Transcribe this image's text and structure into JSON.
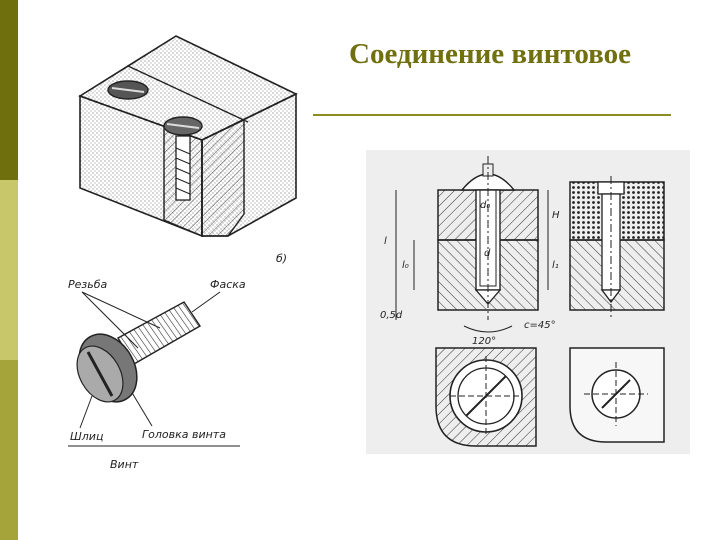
{
  "slide": {
    "title": "Соединение винтовое",
    "colors": {
      "title": "#707010",
      "rule": "#8c8c20",
      "bar_dark": "#6f6f0e",
      "bar_light": "#c8c86a",
      "bar_mid": "#a4a43a"
    }
  },
  "left_figure": {
    "fig_label": "б)",
    "labels": {
      "thread": "Резьба",
      "chamfer": "Фаска",
      "slot": "Шлиц",
      "head": "Головка винта",
      "screw": "Винт"
    }
  },
  "right_figure": {
    "dims": {
      "d0": "d₀",
      "d": "d",
      "L": "l",
      "l0": "l₀",
      "H": "H",
      "l1": "l₁",
      "depth": "0,5d",
      "angle": "120°",
      "chamfer": "c=45°"
    }
  }
}
